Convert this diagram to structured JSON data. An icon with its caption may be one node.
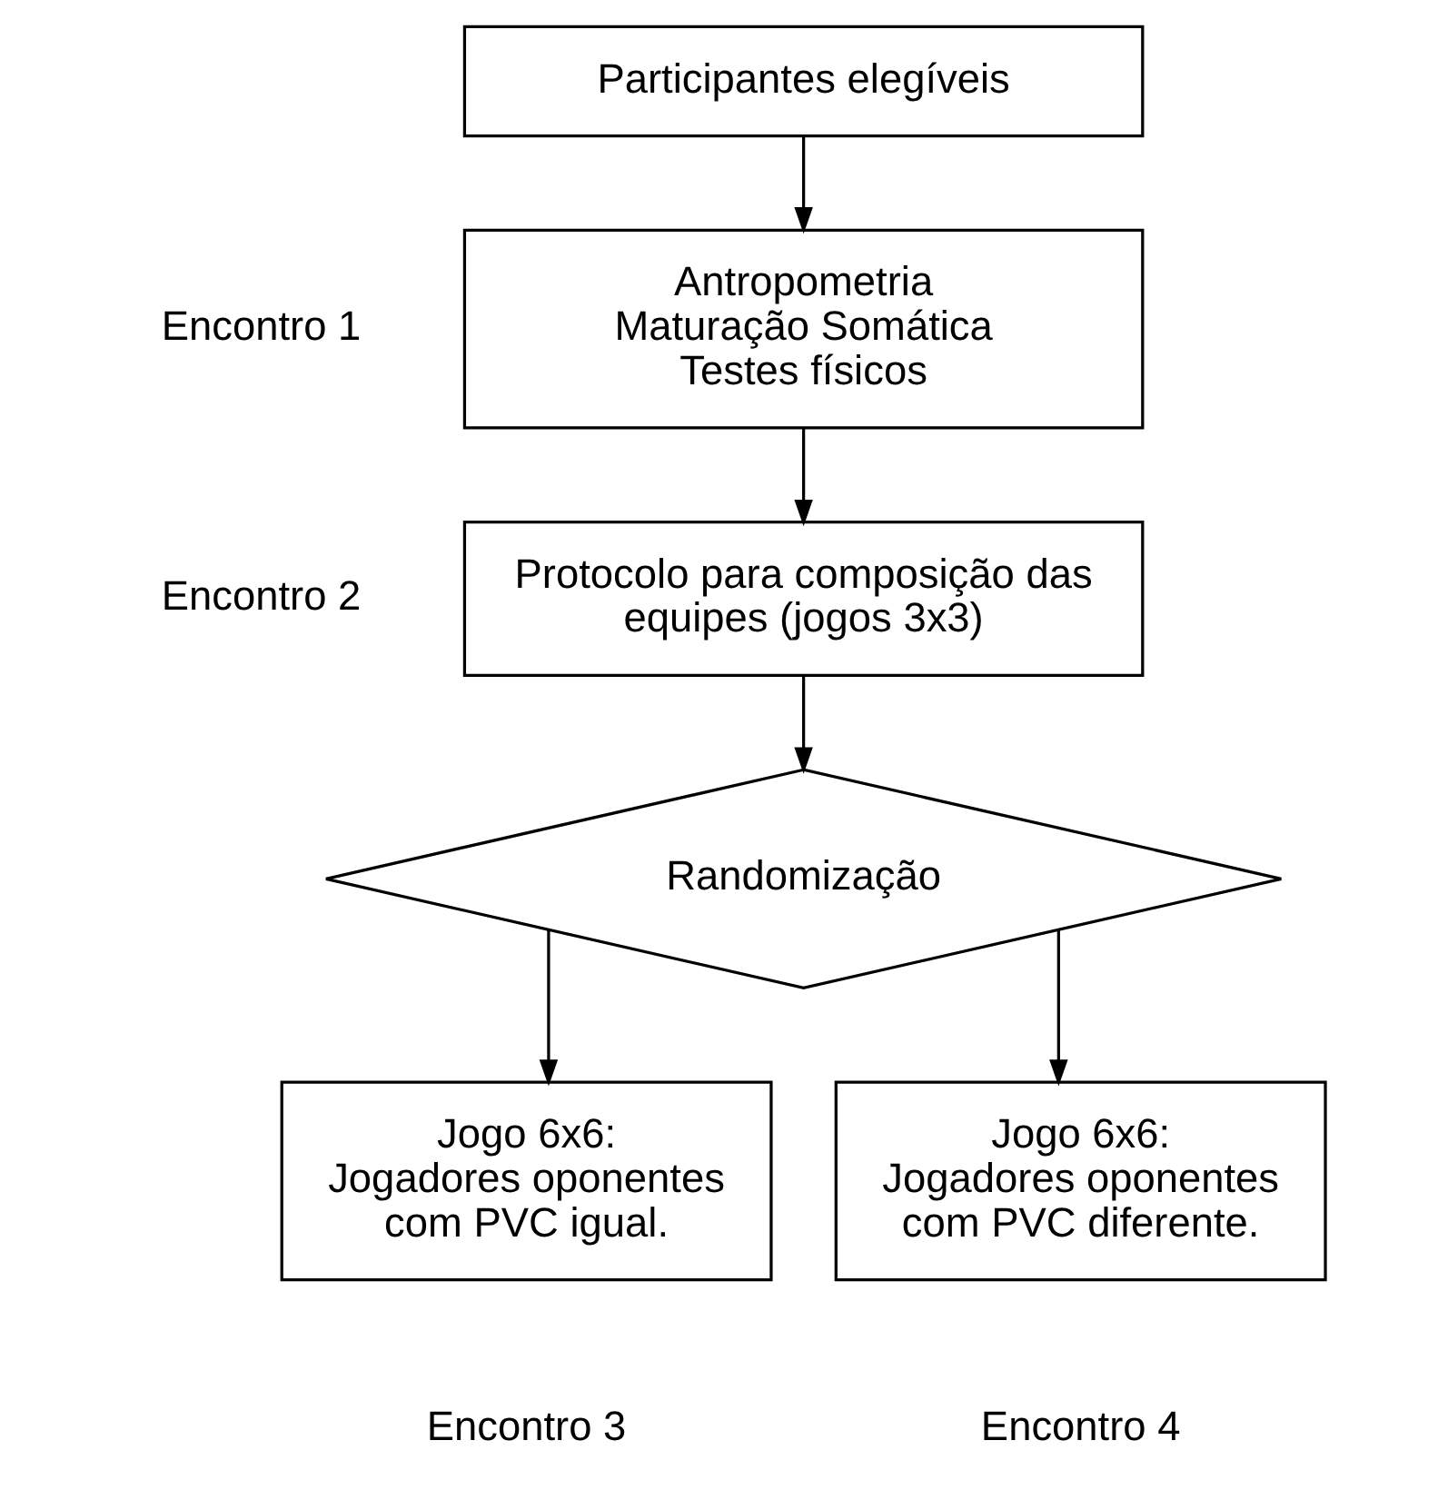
{
  "diagram": {
    "nodes": [
      {
        "text": [
          "Participantes elegíveis"
        ]
      },
      {
        "text": [
          "Antropometria",
          "Maturação Somática",
          "Testes físicos"
        ],
        "beside": [
          "Encontro 1"
        ]
      },
      {
        "text": [
          "Protocolo para composição das equipes (jogos 3x3)"
        ],
        "beside": [
          "Encontro 2"
        ]
      },
      {
        "text": [
          "Randomização"
        ]
      },
      {
        "text": [
          "Jogo 6x6:",
          "Jogadores oponentes com PVC igual."
        ],
        "beside": [
          "Encontro 3"
        ]
      },
      {
        "text": [
          "Jogo 6x6:",
          "Jogadores oponentes com PVC diferente."
        ],
        "beside": [
          "Encontro 4"
        ]
      }
    ],
    "edges": [
      {
        "from": 0,
        "to": 1,
        "arrow": "to"
      },
      {
        "from": 1,
        "to": 2,
        "arrow": "to"
      },
      {
        "from": 2,
        "to": 3,
        "arrow": "to"
      },
      {
        "from": 3,
        "to": 4,
        "arrow": "to"
      },
      {
        "from": 3,
        "to": 5,
        "arrow": "to"
      }
    ]
  }
}
